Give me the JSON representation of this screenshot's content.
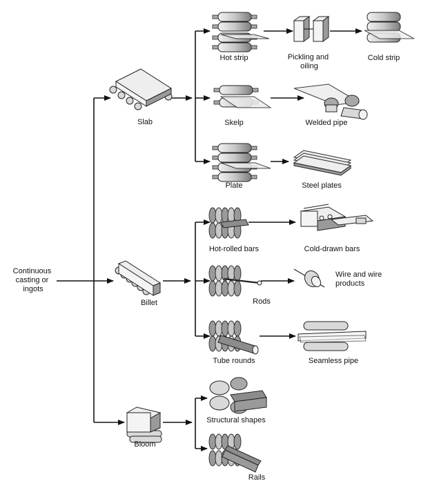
{
  "labels": {
    "source": [
      "Continuous",
      "casting or",
      "ingots"
    ],
    "slab": "Slab",
    "billet": "Billet",
    "bloom": "Bloom",
    "hot_strip": "Hot strip",
    "pickling": [
      "Pickling and",
      "oiling"
    ],
    "cold_strip": "Cold strip",
    "skelp": "Skelp",
    "welded_pipe": "Welded pipe",
    "plate": "Plate",
    "steel_plates": "Steel plates",
    "hot_rolled_bars": "Hot-rolled bars",
    "cold_drawn_bars": "Cold-drawn bars",
    "rods": "Rods",
    "wire": [
      "Wire and wire",
      "products"
    ],
    "tube_rounds": "Tube rounds",
    "seamless_pipe": "Seamless pipe",
    "structural_shapes": "Structural shapes",
    "rails": "Rails"
  }
}
